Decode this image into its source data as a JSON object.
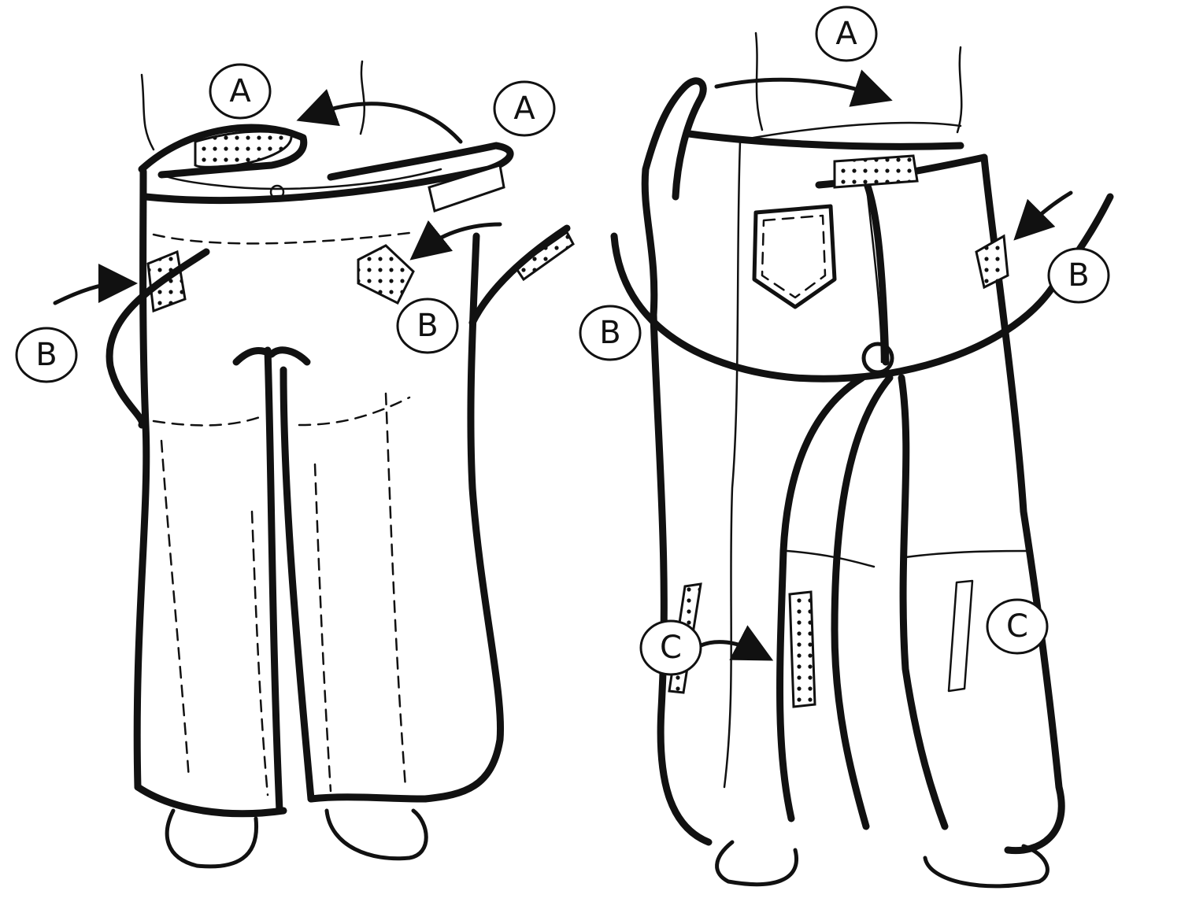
{
  "labels": {
    "a": "A",
    "b": "B",
    "c": "C"
  },
  "colors": {
    "ink": "#111111",
    "paper": "#ffffff"
  }
}
